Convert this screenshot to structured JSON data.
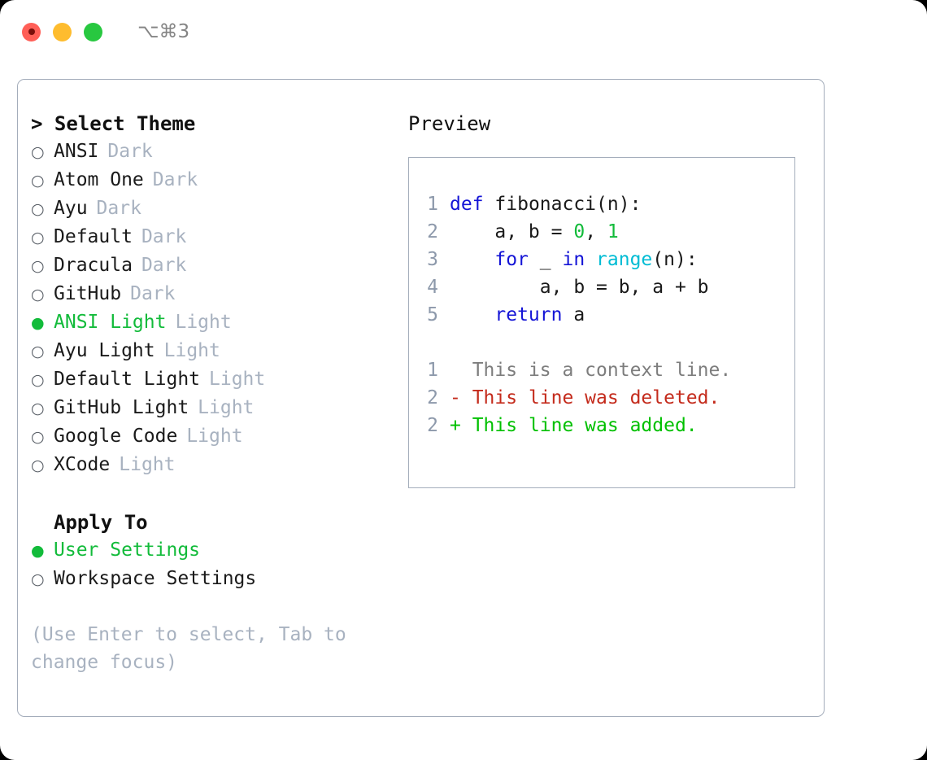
{
  "titlebar": {
    "shortcut": "⌥⌘3",
    "buttons": [
      {
        "name": "close",
        "color": "#ff5f57"
      },
      {
        "name": "minimize",
        "color": "#febc2e"
      },
      {
        "name": "maximize",
        "color": "#28c840"
      }
    ]
  },
  "left": {
    "heading": "> Select Theme",
    "themes": [
      {
        "label": "ANSI",
        "tag": "Dark",
        "selected": false
      },
      {
        "label": "Atom One",
        "tag": "Dark",
        "selected": false
      },
      {
        "label": "Ayu",
        "tag": "Dark",
        "selected": false
      },
      {
        "label": "Default",
        "tag": "Dark",
        "selected": false
      },
      {
        "label": "Dracula",
        "tag": "Dark",
        "selected": false
      },
      {
        "label": "GitHub",
        "tag": "Dark",
        "selected": false
      },
      {
        "label": "ANSI Light",
        "tag": "Light",
        "selected": true
      },
      {
        "label": "Ayu Light",
        "tag": "Light",
        "selected": false
      },
      {
        "label": "Default Light",
        "tag": "Light",
        "selected": false
      },
      {
        "label": "GitHub Light",
        "tag": "Light",
        "selected": false
      },
      {
        "label": "Google Code",
        "tag": "Light",
        "selected": false
      },
      {
        "label": "XCode",
        "tag": "Light",
        "selected": false
      }
    ],
    "apply_to_heading": "Apply To",
    "apply_to": [
      {
        "label": "User Settings",
        "selected": true
      },
      {
        "label": "Workspace Settings",
        "selected": false
      }
    ],
    "hint": "(Use Enter to select, Tab to change focus)",
    "bullet_selected": "●",
    "bullet_unselected": "○"
  },
  "right": {
    "title": "Preview",
    "code_lines": [
      {
        "no": "1",
        "tokens": [
          {
            "t": "def",
            "c": "kw"
          },
          {
            "t": " ",
            "c": "id"
          },
          {
            "t": "fibonacci(n):",
            "c": "id"
          }
        ]
      },
      {
        "no": "2",
        "tokens": [
          {
            "t": "    a, b = ",
            "c": "id"
          },
          {
            "t": "0",
            "c": "num"
          },
          {
            "t": ", ",
            "c": "id"
          },
          {
            "t": "1",
            "c": "num"
          }
        ]
      },
      {
        "no": "3",
        "tokens": [
          {
            "t": "    ",
            "c": "id"
          },
          {
            "t": "for",
            "c": "kw"
          },
          {
            "t": " _ ",
            "c": "id"
          },
          {
            "t": "in",
            "c": "kw"
          },
          {
            "t": " ",
            "c": "id"
          },
          {
            "t": "range",
            "c": "fn"
          },
          {
            "t": "(n):",
            "c": "id"
          }
        ]
      },
      {
        "no": "4",
        "tokens": [
          {
            "t": "        a, b = b, a + b",
            "c": "id"
          }
        ]
      },
      {
        "no": "5",
        "tokens": [
          {
            "t": "    ",
            "c": "id"
          },
          {
            "t": "return",
            "c": "kw"
          },
          {
            "t": " a",
            "c": "id"
          }
        ]
      }
    ],
    "diff_lines": [
      {
        "no": "1",
        "marker": " ",
        "text": " This is a context line.",
        "kind": "ctx"
      },
      {
        "no": "2",
        "marker": "-",
        "text": " This line was deleted.",
        "kind": "del"
      },
      {
        "no": "2",
        "marker": "+",
        "text": " This line was added.",
        "kind": "add"
      }
    ]
  },
  "colors": {
    "accent_green": "#12bb3a",
    "muted": "#a8b2c0",
    "border": "#a4adbb",
    "keyword": "#1414d6",
    "function": "#00bcd4",
    "number": "#12bb3a",
    "diff_delete": "#c42b1c",
    "diff_add": "#00c000",
    "diff_context": "#7d7d7d"
  }
}
